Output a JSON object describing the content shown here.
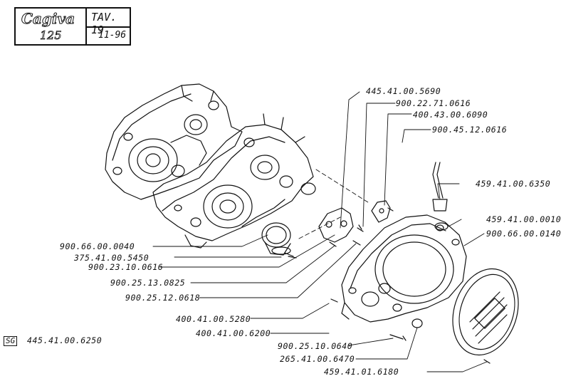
{
  "title_block": {
    "brand": "Cagiva",
    "model": "125",
    "table": "TAV. 19",
    "date": "11-96"
  },
  "kit_tag": "SG",
  "parts": [
    "445.41.00.5690",
    "900.22.71.0616",
    "400.43.00.6090",
    "900.45.12.0616",
    "459.41.00.6350",
    "459.41.00.0010",
    "900.66.00.0140",
    "900.66.00.0040",
    "375.41.00.5450",
    "900.23.10.0616",
    "900.25.13.0825",
    "900.25.12.0618",
    "400.41.00.5280",
    "400.41.00.6200",
    "900.25.10.0640",
    "265.41.00.6470",
    "459.41.01.6180",
    "445.41.00.6250"
  ]
}
